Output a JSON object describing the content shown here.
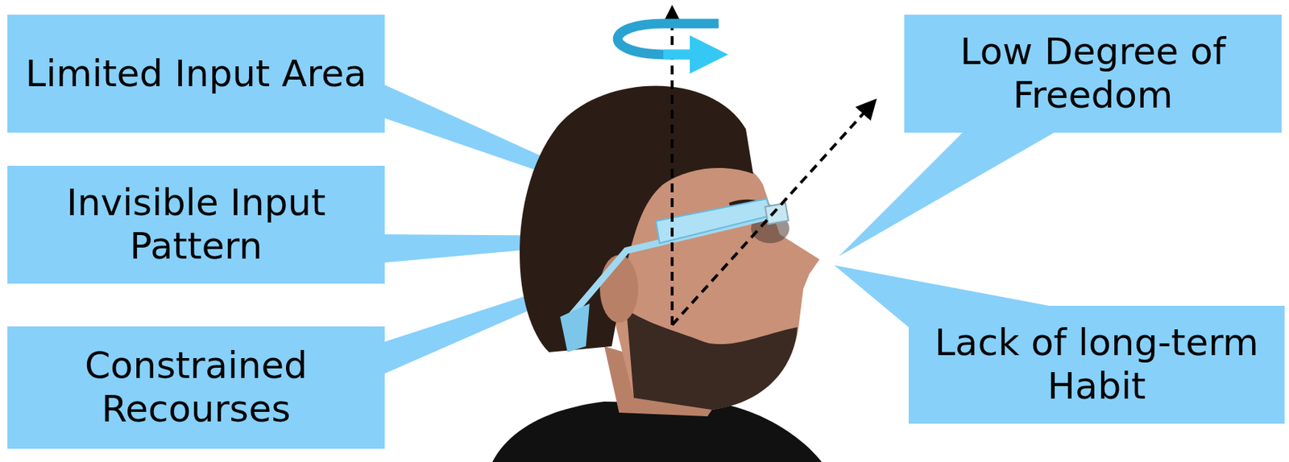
{
  "diagram": {
    "nodes": [
      {
        "text": [
          "Limited Input Area"
        ]
      },
      {
        "text": [
          "Low Degree of Freedom"
        ]
      },
      {
        "text": [
          "Invisible Input Pattern"
        ]
      },
      {
        "text": [
          "Constrained Recourses"
        ]
      },
      {
        "text": [
          "Lack of long-term Habit"
        ]
      }
    ],
    "edges": []
  }
}
